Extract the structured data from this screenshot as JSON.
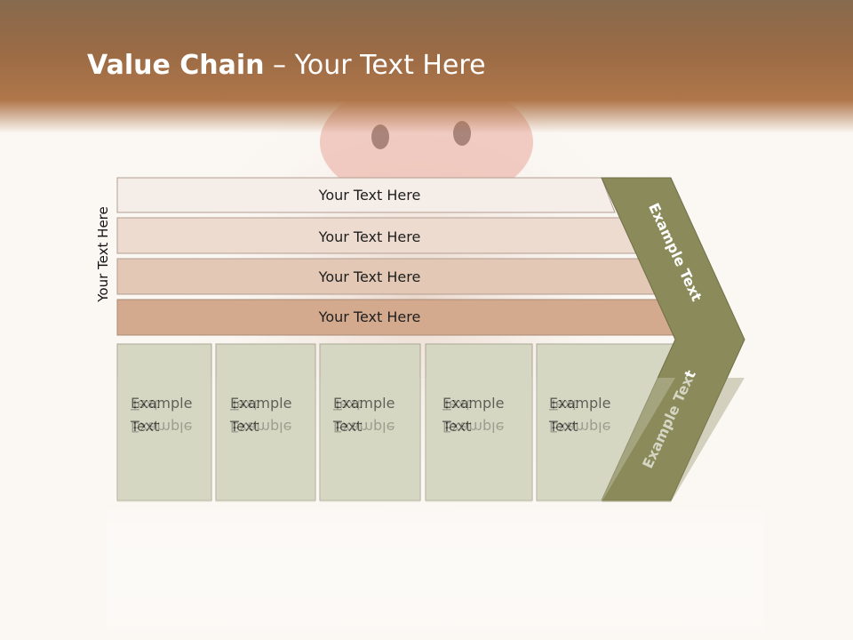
{
  "title": {
    "bold": "Value Chain",
    "rest": " – Your Text Here"
  },
  "side_label": "Your Text Here",
  "rows": [
    {
      "label": "Your Text Here"
    },
    {
      "label": "Your Text Here"
    },
    {
      "label": "Your Text Here"
    },
    {
      "label": "Your Text Here"
    }
  ],
  "boxes": [
    {
      "line1": "Example",
      "line2": "Text"
    },
    {
      "line1": "Example",
      "line2": "Text"
    },
    {
      "line1": "Example",
      "line2": "Text"
    },
    {
      "line1": "Example",
      "line2": "Text"
    },
    {
      "line1": "Example",
      "line2": "Text"
    }
  ],
  "chevron": {
    "upper": "Example Text",
    "lower": "Example Text"
  },
  "colors": {
    "row1": "#f5ede8",
    "row2": "#eddbcf",
    "row3": "#e2c8b5",
    "row4": "#d4aa8f",
    "box": "#d6d7c2",
    "chevron": "#8a8a5a",
    "header": "#9b6b45"
  }
}
